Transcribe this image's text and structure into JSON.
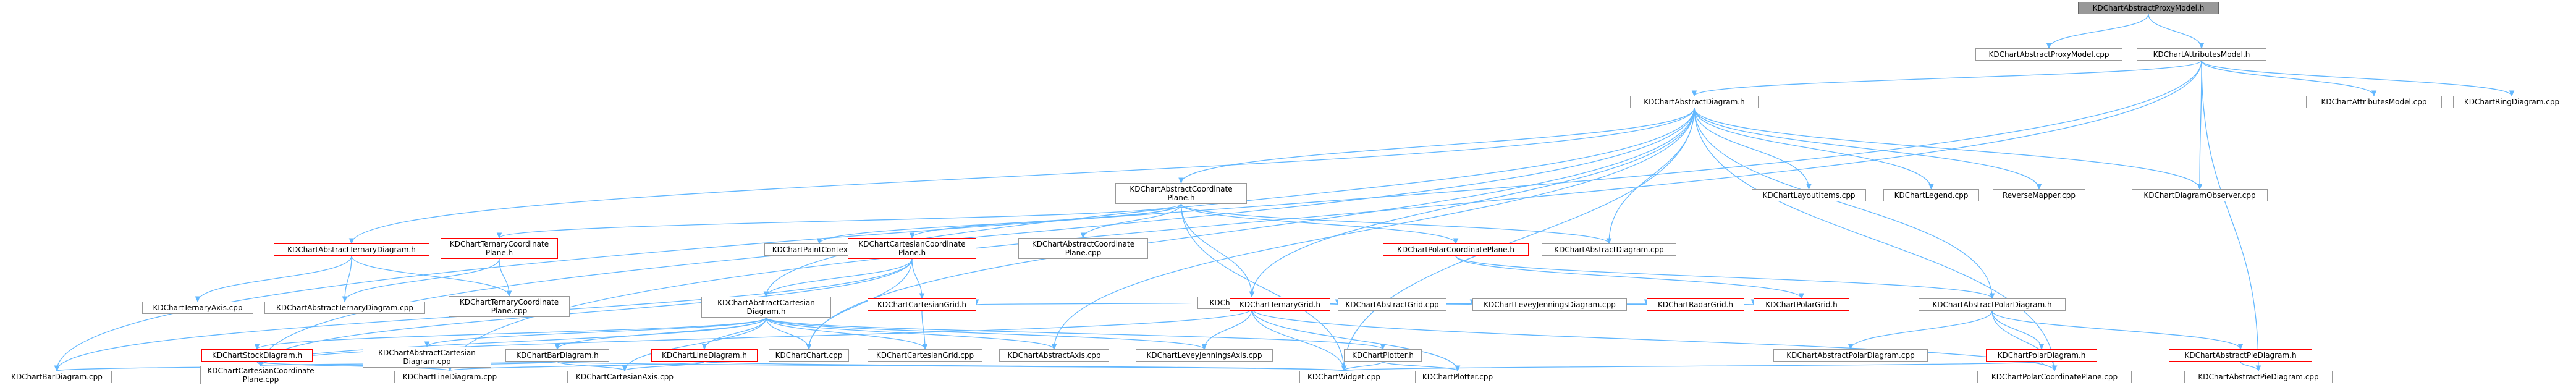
{
  "colors": {
    "edge": "#63b8ff",
    "node_border": "#999999",
    "node_border_incomplete": "#ff0000",
    "root_fill": "#999999"
  },
  "nodes": {
    "root": "KDChartAbstractProxyModel.h",
    "proxy_cpp": "KDChartAbstractProxyModel.cpp",
    "attrs_h": "KDChartAttributesModel.h",
    "absdiag_h": "KDChartAbstractDiagram.h",
    "attrs_cpp": "KDChartAttributesModel.cpp",
    "ring_cpp": "KDChartRingDiagram.cpp",
    "acp_h": "KDChartAbstractCoordinate\nPlane.h",
    "layout_cpp": "KDChartLayoutItems.cpp",
    "legend_cpp": "KDChartLegend.cpp",
    "reverse_cpp": "ReverseMapper.cpp",
    "observer_cpp": "KDChartDiagramObserver.cpp",
    "abstern_h": "KDChartAbstractTernaryDiagram.h",
    "terncp_h": "KDChartTernaryCoordinate\nPlane.h",
    "paint_cpp": "KDChartPaintContext.cpp",
    "cartcp_h": "KDChartCartesianCoordinate\nPlane.h",
    "acp_cpp": "KDChartAbstractCoordinate\nPlane.cpp",
    "polarcp_h": "KDChartPolarCoordinatePlane.h",
    "absdiag_cpp": "KDChartAbstractDiagram.cpp",
    "absgrid_h": "KDChartAbstractGrid.h",
    "ternaxis_cpp": "KDChartTernaryAxis.cpp",
    "absterndiag_cpp": "KDChartAbstractTernaryDiagram.cpp",
    "terncp_cpp": "KDChartTernaryCoordinate\nPlane.cpp",
    "abscart_h": "KDChartAbstractCartesian\nDiagram.h",
    "cartgrid_h": "KDChartCartesianGrid.h",
    "terngrid_h": "KDChartTernaryGrid.h",
    "absgrid_cpp": "KDChartAbstractGrid.cpp",
    "levey_cpp": "KDChartLeveyJenningsDiagram.cpp",
    "radar_h": "KDChartRadarGrid.h",
    "polargrid_h": "KDChartPolarGrid.h",
    "abspolar_h": "KDChartAbstractPolarDiagram.h",
    "stock_h": "KDChartStockDiagram.h",
    "abscart_cpp": "KDChartAbstractCartesian\nDiagram.cpp",
    "bar_h": "KDChartBarDiagram.h",
    "line_h": "KDChartLineDiagram.h",
    "chart_cpp": "KDChartChart.cpp",
    "cartgrid_cpp": "KDChartCartesianGrid.cpp",
    "absaxis_cpp": "KDChartAbstractAxis.cpp",
    "leveyaxis_cpp": "KDChartLeveyJenningsAxis.cpp",
    "plotter_h": "KDChartPlotter.h",
    "abspolar_cpp": "KDChartAbstractPolarDiagram.cpp",
    "polar_h": "KDChartPolarDiagram.h",
    "abspie_h": "KDChartAbstractPieDiagram.h",
    "bar_cpp": "KDChartBarDiagram.cpp",
    "cartcp_cpp": "KDChartCartesianCoordinate\nPlane.cpp",
    "line_cpp": "KDChartLineDiagram.cpp",
    "cartaxis_cpp": "KDChartCartesianAxis.cpp",
    "widget_cpp": "KDChartWidget.cpp",
    "plotter_cpp": "KDChartPlotter.cpp",
    "polarcp_cpp": "KDChartPolarCoordinatePlane.cpp",
    "abspie_cpp": "KDChartAbstractPieDiagram.cpp"
  },
  "edges": [
    [
      "root",
      "proxy_cpp"
    ],
    [
      "root",
      "attrs_h"
    ],
    [
      "attrs_h",
      "absdiag_h"
    ],
    [
      "attrs_h",
      "attrs_cpp"
    ],
    [
      "attrs_h",
      "ring_cpp"
    ],
    [
      "attrs_h",
      "observer_cpp"
    ],
    [
      "attrs_h",
      "abspie_cpp"
    ],
    [
      "attrs_h",
      "bar_cpp"
    ],
    [
      "attrs_h",
      "line_cpp"
    ],
    [
      "absdiag_h",
      "acp_h"
    ],
    [
      "absdiag_h",
      "layout_cpp"
    ],
    [
      "absdiag_h",
      "legend_cpp"
    ],
    [
      "absdiag_h",
      "reverse_cpp"
    ],
    [
      "absdiag_h",
      "observer_cpp"
    ],
    [
      "absdiag_h",
      "abstern_h"
    ],
    [
      "absdiag_h",
      "absdiag_cpp"
    ],
    [
      "absdiag_h",
      "absgrid_h"
    ],
    [
      "absdiag_h",
      "abscart_h"
    ],
    [
      "absdiag_h",
      "abspolar_h"
    ],
    [
      "absdiag_h",
      "absaxis_cpp"
    ],
    [
      "absdiag_h",
      "polarcp_cpp"
    ],
    [
      "absdiag_h",
      "chart_cpp"
    ],
    [
      "absdiag_h",
      "widget_cpp"
    ],
    [
      "absdiag_h",
      "cartcp_cpp"
    ],
    [
      "acp_h",
      "terncp_h"
    ],
    [
      "acp_h",
      "paint_cpp"
    ],
    [
      "acp_h",
      "cartcp_h"
    ],
    [
      "acp_h",
      "acp_cpp"
    ],
    [
      "acp_h",
      "polarcp_h"
    ],
    [
      "acp_h",
      "absdiag_cpp"
    ],
    [
      "acp_h",
      "absgrid_h"
    ],
    [
      "acp_h",
      "widget_cpp"
    ],
    [
      "abstern_h",
      "ternaxis_cpp"
    ],
    [
      "abstern_h",
      "absterndiag_cpp"
    ],
    [
      "abstern_h",
      "terncp_cpp"
    ],
    [
      "terncp_h",
      "absterndiag_cpp"
    ],
    [
      "terncp_h",
      "terncp_cpp"
    ],
    [
      "cartcp_h",
      "abscart_h"
    ],
    [
      "cartcp_h",
      "cartgrid_h"
    ],
    [
      "cartcp_h",
      "chart_cpp"
    ],
    [
      "cartcp_h",
      "bar_cpp"
    ],
    [
      "cartcp_h",
      "cartcp_cpp"
    ],
    [
      "polarcp_h",
      "polargrid_h"
    ],
    [
      "polarcp_h",
      "abspolar_h"
    ],
    [
      "absgrid_h",
      "cartgrid_h"
    ],
    [
      "absgrid_h",
      "terngrid_h"
    ],
    [
      "absgrid_h",
      "absgrid_cpp"
    ],
    [
      "absgrid_h",
      "levey_cpp"
    ],
    [
      "absgrid_h",
      "radar_h"
    ],
    [
      "absgrid_h",
      "polargrid_h"
    ],
    [
      "absgrid_h",
      "leveyaxis_cpp"
    ],
    [
      "absgrid_h",
      "plotter_cpp"
    ],
    [
      "absgrid_h",
      "widget_cpp"
    ],
    [
      "absgrid_h",
      "cartcp_cpp"
    ],
    [
      "absgrid_h",
      "polarcp_cpp"
    ],
    [
      "abscart_h",
      "stock_h"
    ],
    [
      "abscart_h",
      "abscart_cpp"
    ],
    [
      "abscart_h",
      "bar_h"
    ],
    [
      "abscart_h",
      "line_h"
    ],
    [
      "abscart_h",
      "chart_cpp"
    ],
    [
      "abscart_h",
      "cartgrid_cpp"
    ],
    [
      "abscart_h",
      "absaxis_cpp"
    ],
    [
      "abscart_h",
      "leveyaxis_cpp"
    ],
    [
      "abscart_h",
      "plotter_h"
    ],
    [
      "abscart_h",
      "cartaxis_cpp"
    ],
    [
      "abscart_h",
      "cartcp_cpp"
    ],
    [
      "cartgrid_h",
      "cartgrid_cpp"
    ],
    [
      "abspolar_h",
      "abspolar_cpp"
    ],
    [
      "abspolar_h",
      "polar_h"
    ],
    [
      "abspolar_h",
      "abspie_h"
    ],
    [
      "abspolar_h",
      "polarcp_cpp"
    ],
    [
      "stock_h",
      "cartcp_cpp"
    ],
    [
      "stock_h",
      "line_cpp"
    ],
    [
      "bar_h",
      "bar_cpp"
    ],
    [
      "bar_h",
      "cartcp_cpp"
    ],
    [
      "bar_h",
      "cartaxis_cpp"
    ],
    [
      "bar_h",
      "widget_cpp"
    ],
    [
      "line_h",
      "line_cpp"
    ],
    [
      "line_h",
      "cartaxis_cpp"
    ],
    [
      "line_h",
      "widget_cpp"
    ],
    [
      "plotter_h",
      "widget_cpp"
    ],
    [
      "plotter_h",
      "plotter_cpp"
    ],
    [
      "polar_h",
      "polarcp_cpp"
    ],
    [
      "polar_h",
      "widget_cpp"
    ],
    [
      "abspie_h",
      "abspie_cpp"
    ]
  ]
}
